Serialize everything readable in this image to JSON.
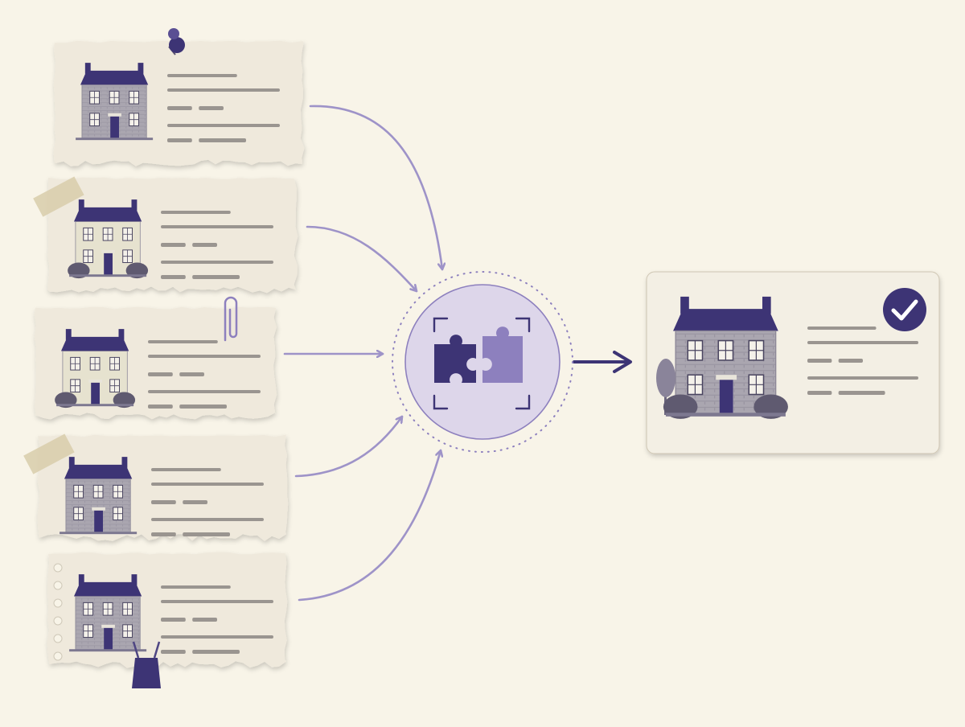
{
  "colors": {
    "background": "#f8f4e8",
    "paper": "#efe9dc",
    "paper_shadow": "#d9d1bf",
    "accent": "#3d3475",
    "accent_light": "#8d80be",
    "arrow": "#9e93c8",
    "hub_fill": "#ddd6ea",
    "placeholder_text": "#9a9590",
    "brick": "#aaa6b0",
    "cream_wall": "#e6e2cf",
    "hedge": "#5f5a70",
    "tape": "#d8ccaa"
  },
  "sources": [
    {
      "name": "source-listing-1",
      "house": "brick-detached",
      "attachment": "pushpin"
    },
    {
      "name": "source-listing-2",
      "house": "cream-detached",
      "attachment": "tape"
    },
    {
      "name": "source-listing-3",
      "house": "cream-detached-small",
      "attachment": "paperclip"
    },
    {
      "name": "source-listing-4",
      "house": "brick-semi-detached",
      "attachment": "tape"
    },
    {
      "name": "source-listing-5",
      "house": "brick-detached",
      "attachment": "binder-clip"
    }
  ],
  "hub": {
    "icons": [
      "puzzle-icon",
      "focus-frame-icon"
    ]
  },
  "result": {
    "house": "brick-detached-large",
    "status_icon": "checkmark-icon"
  }
}
